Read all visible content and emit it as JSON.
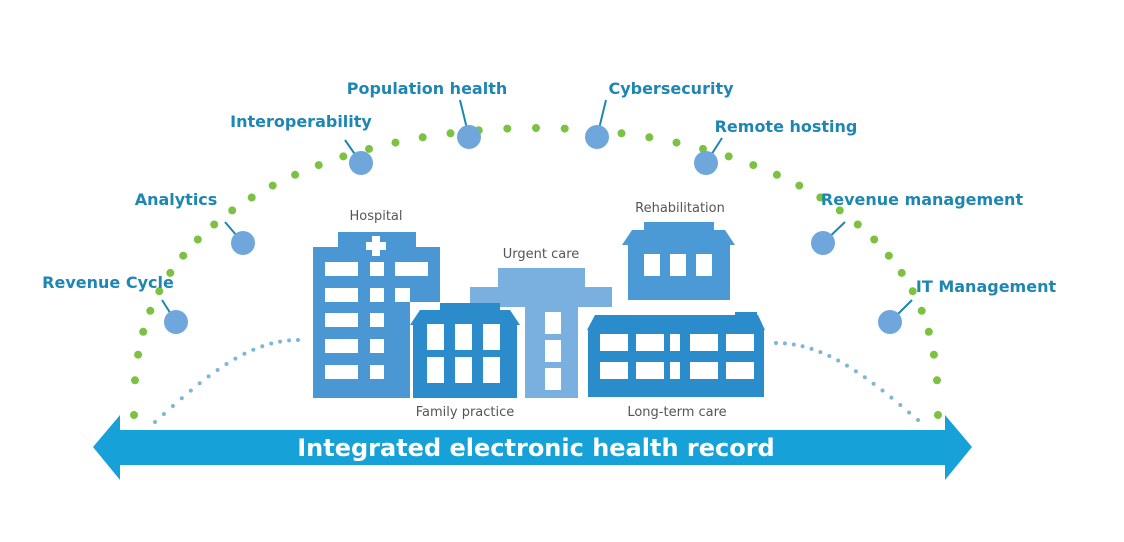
{
  "title": "Integrated electronic health record",
  "services": [
    {
      "label": "Revenue Cycle"
    },
    {
      "label": "Analytics"
    },
    {
      "label": "Interoperability"
    },
    {
      "label": "Population health"
    },
    {
      "label": "Cybersecurity"
    },
    {
      "label": "Remote hosting"
    },
    {
      "label": "Revenue management"
    },
    {
      "label": "IT Management"
    }
  ],
  "facilities": {
    "hospital": "Hospital",
    "urgent_care": "Urgent care",
    "rehabilitation": "Rehabilitation",
    "family_practice": "Family practice",
    "long_term_care": "Long-term care"
  },
  "colors": {
    "arc_dots": "#7cc242",
    "nodes": "#6fa6dc",
    "labels": "#1e86b3",
    "arrow": "#16a2d8",
    "inner_dots": "#7fb6d6"
  }
}
